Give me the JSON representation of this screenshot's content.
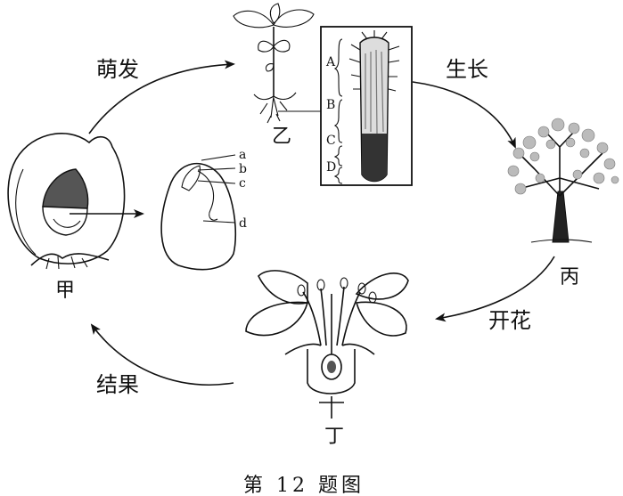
{
  "stages": {
    "jia": "甲",
    "yi": "乙",
    "bing": "丙",
    "ding": "丁"
  },
  "processes": {
    "germination": "萌发",
    "growth": "生长",
    "flowering": "开花",
    "fruiting": "结果"
  },
  "seed_parts": [
    "a",
    "b",
    "c",
    "d"
  ],
  "root_zones": [
    "A",
    "B",
    "C",
    "D"
  ],
  "caption": "第 12 题图"
}
